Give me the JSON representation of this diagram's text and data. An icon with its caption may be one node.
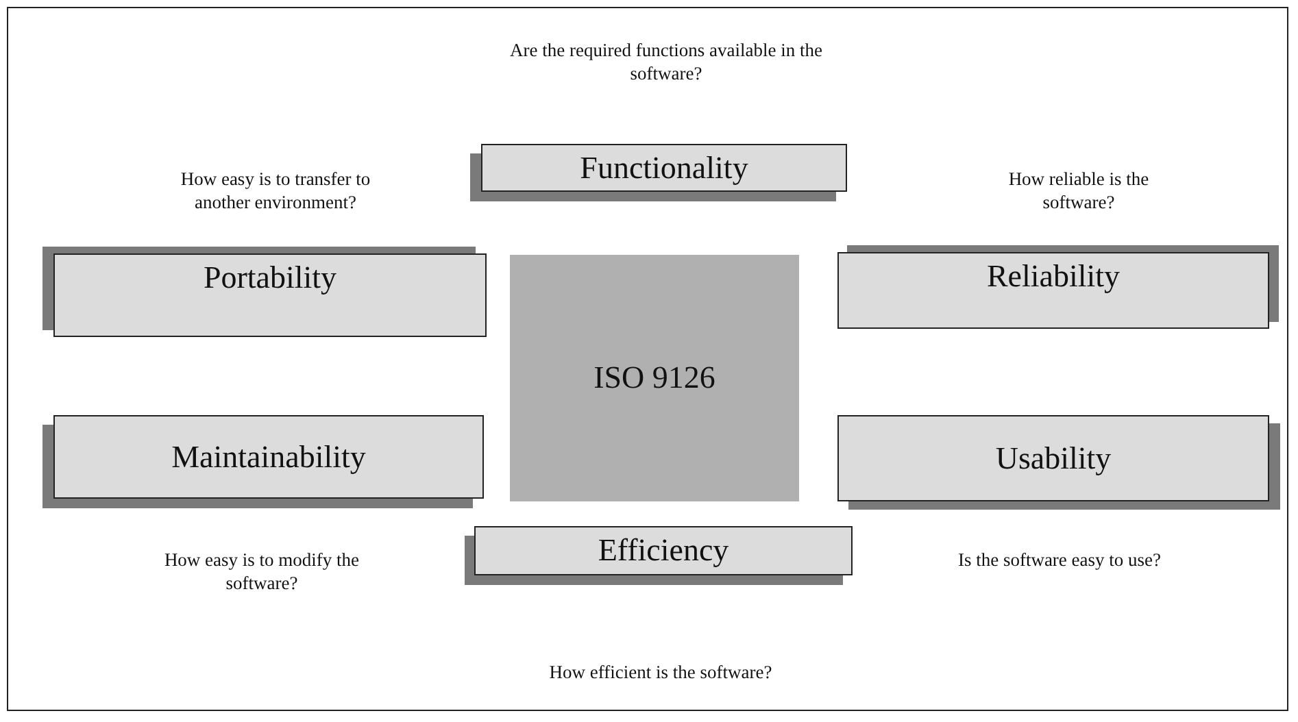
{
  "diagram": {
    "nodes": [
      {
        "text": [
          "Functionality"
        ]
      },
      {
        "text": [
          "Portability"
        ]
      },
      {
        "text": [
          "ISO 9126"
        ]
      },
      {
        "text": [
          "Reliability"
        ]
      },
      {
        "text": [
          "Maintainability"
        ]
      },
      {
        "text": [
          "Usability"
        ]
      },
      {
        "text": [
          "Efficiency"
        ]
      }
    ],
    "labels": [
      "Are the required functions available in the software?",
      "How easy is to transfer to another environment?",
      "How reliable is the software?",
      "How easy is to modify the software?",
      "Is the software easy to use?",
      "How efficient is the software?"
    ]
  }
}
